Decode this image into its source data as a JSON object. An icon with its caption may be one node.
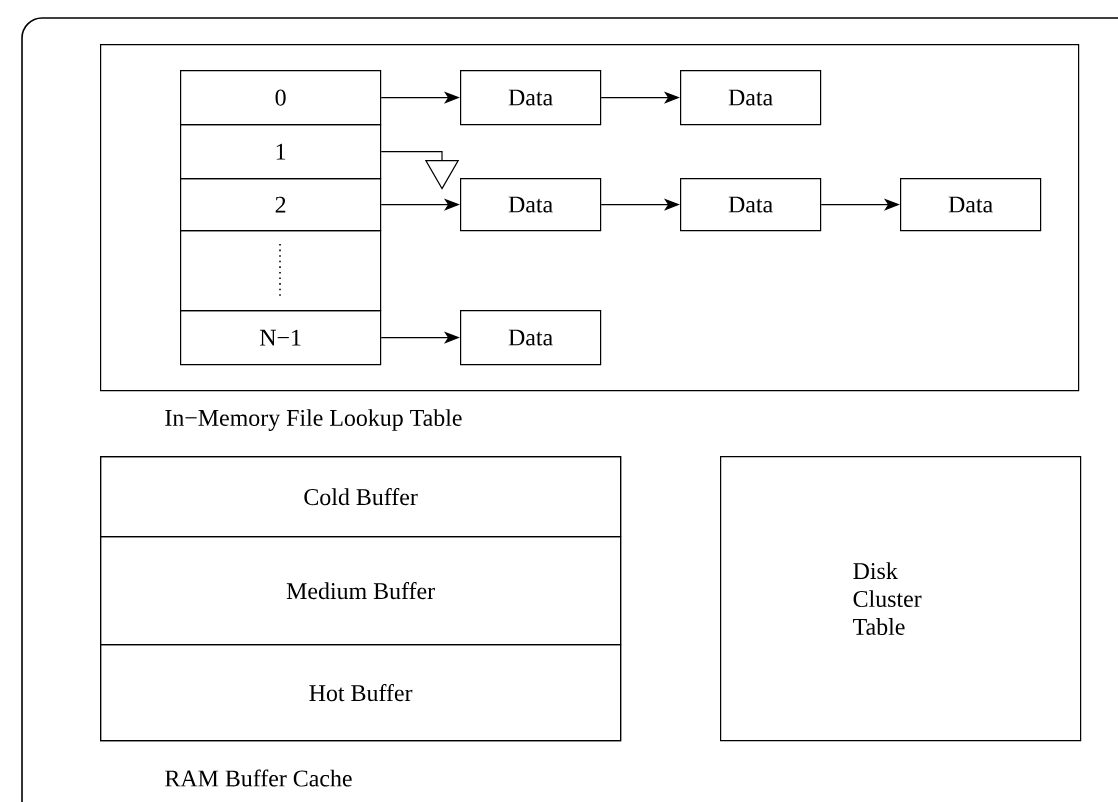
{
  "diagram": {
    "nodes": [
      {
        "text": [
          "In−Memory File Lookup Table"
        ]
      },
      {
        "text": [
          "0"
        ],
        "in": 0
      },
      {
        "text": [
          "1"
        ],
        "in": 0
      },
      {
        "text": [
          "2"
        ],
        "in": 0
      },
      {
        "text": [],
        "shape": "box",
        "in": 0
      },
      {
        "text": [
          "N−1"
        ],
        "in": 0
      },
      {
        "text": [
          "Data"
        ],
        "in": 0
      },
      {
        "text": [
          "Data"
        ],
        "in": 0
      },
      {
        "text": [
          "Data"
        ],
        "in": 0
      },
      {
        "text": [
          "Data"
        ],
        "in": 0
      },
      {
        "text": [
          "Data"
        ],
        "in": 0
      },
      {
        "text": [
          "Data"
        ],
        "in": 0
      },
      {
        "text": [
          "RAM Buffer Cache"
        ]
      },
      {
        "text": [
          "Cold Buffer"
        ],
        "in": 12
      },
      {
        "text": [
          "Medium Buffer"
        ],
        "in": 12
      },
      {
        "text": [
          "Hot Buffer"
        ],
        "in": 12
      },
      {
        "text": [
          "Disk Cluster Table"
        ]
      },
      {
        "text": [],
        "shape": "triangle",
        "in": 0
      }
    ],
    "edges": [
      {
        "from": 1,
        "to": 6,
        "arrow": "to"
      },
      {
        "from": 6,
        "to": 7,
        "arrow": "to"
      },
      {
        "from": 2,
        "to": 17,
        "arrow": "none"
      },
      {
        "from": 3,
        "to": 8,
        "arrow": "to"
      },
      {
        "from": 8,
        "to": 9,
        "arrow": "to"
      },
      {
        "from": 9,
        "to": 10,
        "arrow": "to"
      },
      {
        "from": 5,
        "to": 11,
        "arrow": "to"
      }
    ]
  }
}
